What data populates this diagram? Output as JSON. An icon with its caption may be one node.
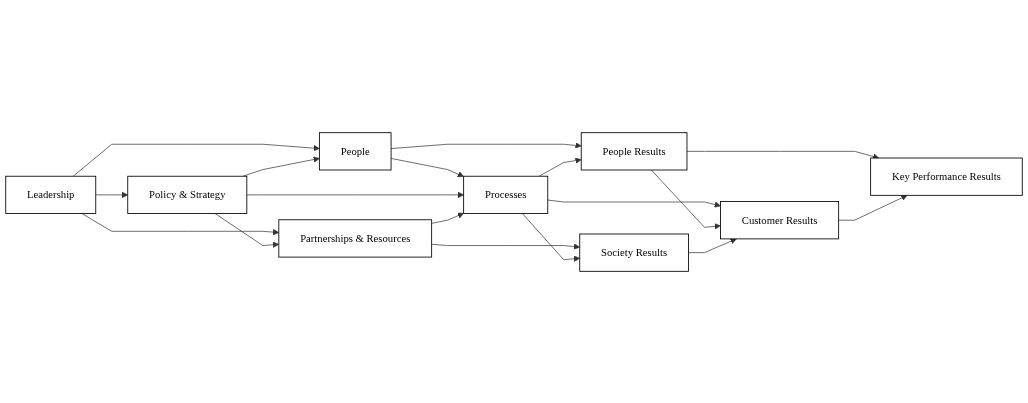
{
  "diagram": {
    "nodes": [
      {
        "text": [
          "Leadership"
        ]
      },
      {
        "text": [
          "People"
        ]
      },
      {
        "text": [
          "Policy & Strategy"
        ]
      },
      {
        "text": [
          "Partnerships & Resources"
        ]
      },
      {
        "text": [
          "Processes"
        ]
      },
      {
        "text": [
          "People Results"
        ]
      },
      {
        "text": [
          "Customer Results"
        ]
      },
      {
        "text": [
          "Society Results"
        ]
      },
      {
        "text": [
          "Key Performance Results"
        ]
      }
    ],
    "edges": [
      {
        "from": 0,
        "to": 1,
        "arrow": "to"
      },
      {
        "from": 0,
        "to": 2,
        "arrow": "to"
      },
      {
        "from": 0,
        "to": 3,
        "arrow": "to"
      },
      {
        "from": 2,
        "to": 1,
        "arrow": "to"
      },
      {
        "from": 2,
        "to": 3,
        "arrow": "to"
      },
      {
        "from": 1,
        "to": 4,
        "arrow": "to"
      },
      {
        "from": 2,
        "to": 4,
        "arrow": "to"
      },
      {
        "from": 3,
        "to": 4,
        "arrow": "to"
      },
      {
        "from": 1,
        "to": 5,
        "arrow": "to"
      },
      {
        "from": 3,
        "to": 7,
        "arrow": "to"
      },
      {
        "from": 4,
        "to": 5,
        "arrow": "to"
      },
      {
        "from": 4,
        "to": 6,
        "arrow": "to"
      },
      {
        "from": 4,
        "to": 7,
        "arrow": "to"
      },
      {
        "from": 5,
        "to": 6,
        "arrow": "to"
      },
      {
        "from": 7,
        "to": 6,
        "arrow": "to"
      },
      {
        "from": 5,
        "to": 8,
        "arrow": "to"
      },
      {
        "from": 6,
        "to": 8,
        "arrow": "to"
      }
    ]
  }
}
